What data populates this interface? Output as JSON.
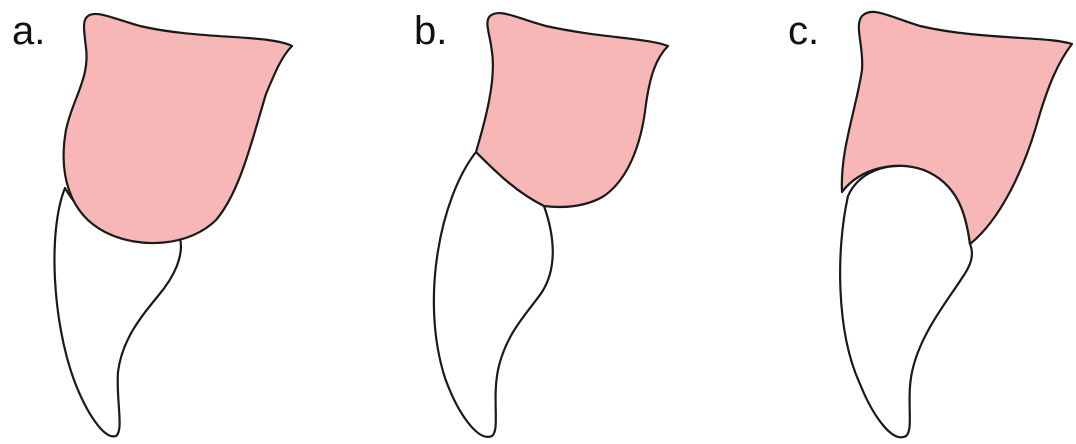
{
  "colors": {
    "crown_fill": "#f7b7b7",
    "root_fill": "#ffffff",
    "outline": "#1a1a1a"
  },
  "panels": [
    {
      "label": "a."
    },
    {
      "label": "b."
    },
    {
      "label": "c."
    }
  ]
}
